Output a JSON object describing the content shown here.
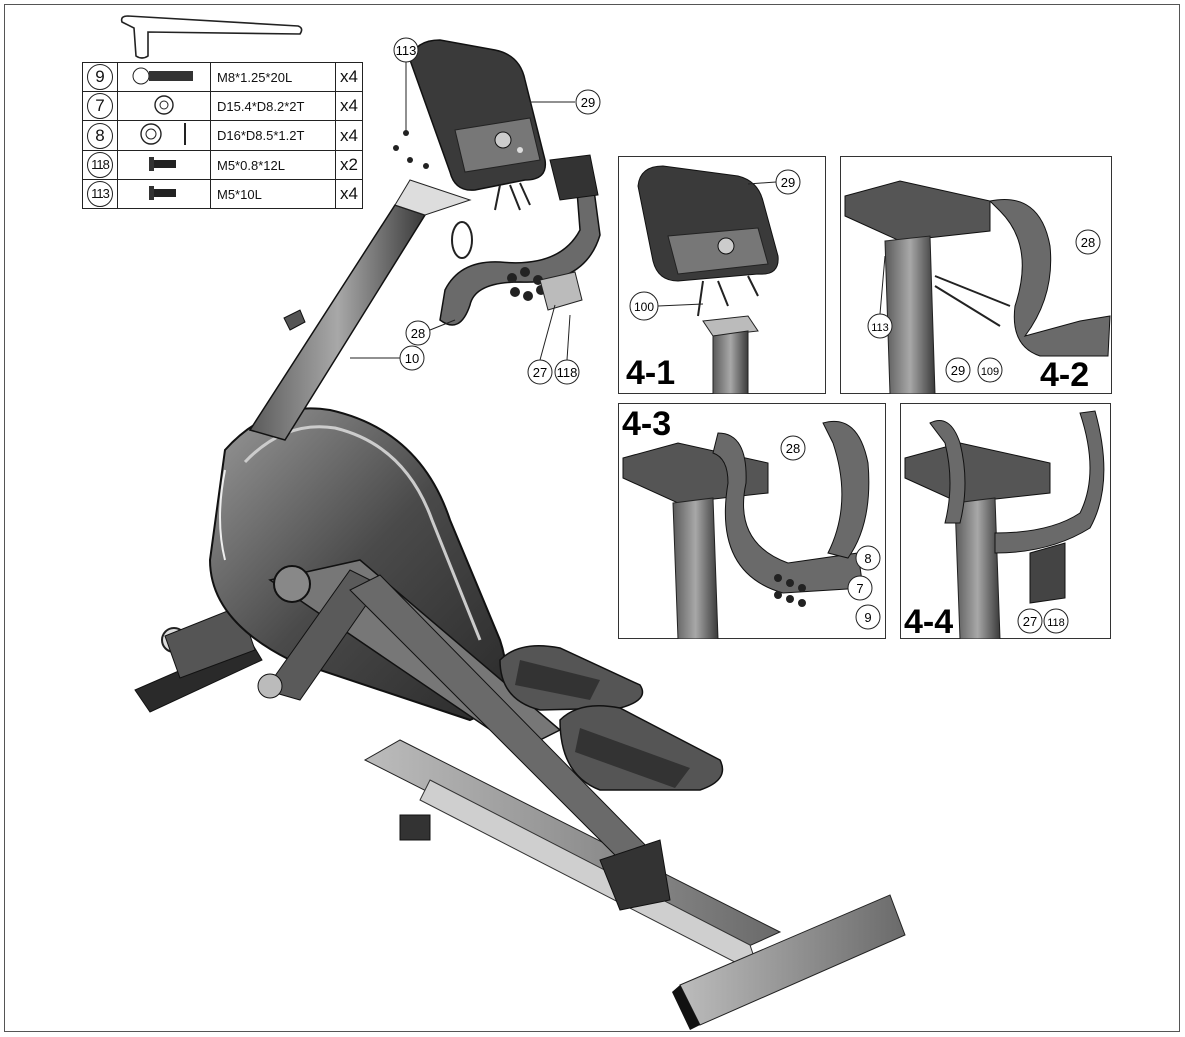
{
  "parts_table": {
    "rows": [
      {
        "num": "9",
        "spec": "M8*1.25*20L",
        "qty": "x4",
        "icon": "bolt-icon"
      },
      {
        "num": "7",
        "spec": "D15.4*D8.2*2T",
        "qty": "x4",
        "icon": "spring-washer-icon"
      },
      {
        "num": "8",
        "spec": "D16*D8.5*1.2T",
        "qty": "x4",
        "icon": "flat-washer-icon"
      },
      {
        "num": "118",
        "spec": "M5*0.8*12L",
        "qty": "x2",
        "icon": "screw-icon"
      },
      {
        "num": "113",
        "spec": "M5*10L",
        "qty": "x4",
        "icon": "screw-icon"
      }
    ]
  },
  "main_callouts": {
    "c113": "113",
    "c29": "29",
    "c28": "28",
    "c10": "10",
    "c27": "27",
    "c118": "118"
  },
  "steps": {
    "s41": {
      "label": "4-1",
      "c29": "29",
      "c100": "100"
    },
    "s42": {
      "label": "4-2",
      "c28": "28",
      "c113": "113",
      "c29": "29",
      "c109": "109"
    },
    "s43": {
      "label": "4-3",
      "c28": "28",
      "c8": "8",
      "c7": "7",
      "c9": "9"
    },
    "s44": {
      "label": "4-4",
      "c27": "27",
      "c118": "118"
    }
  }
}
